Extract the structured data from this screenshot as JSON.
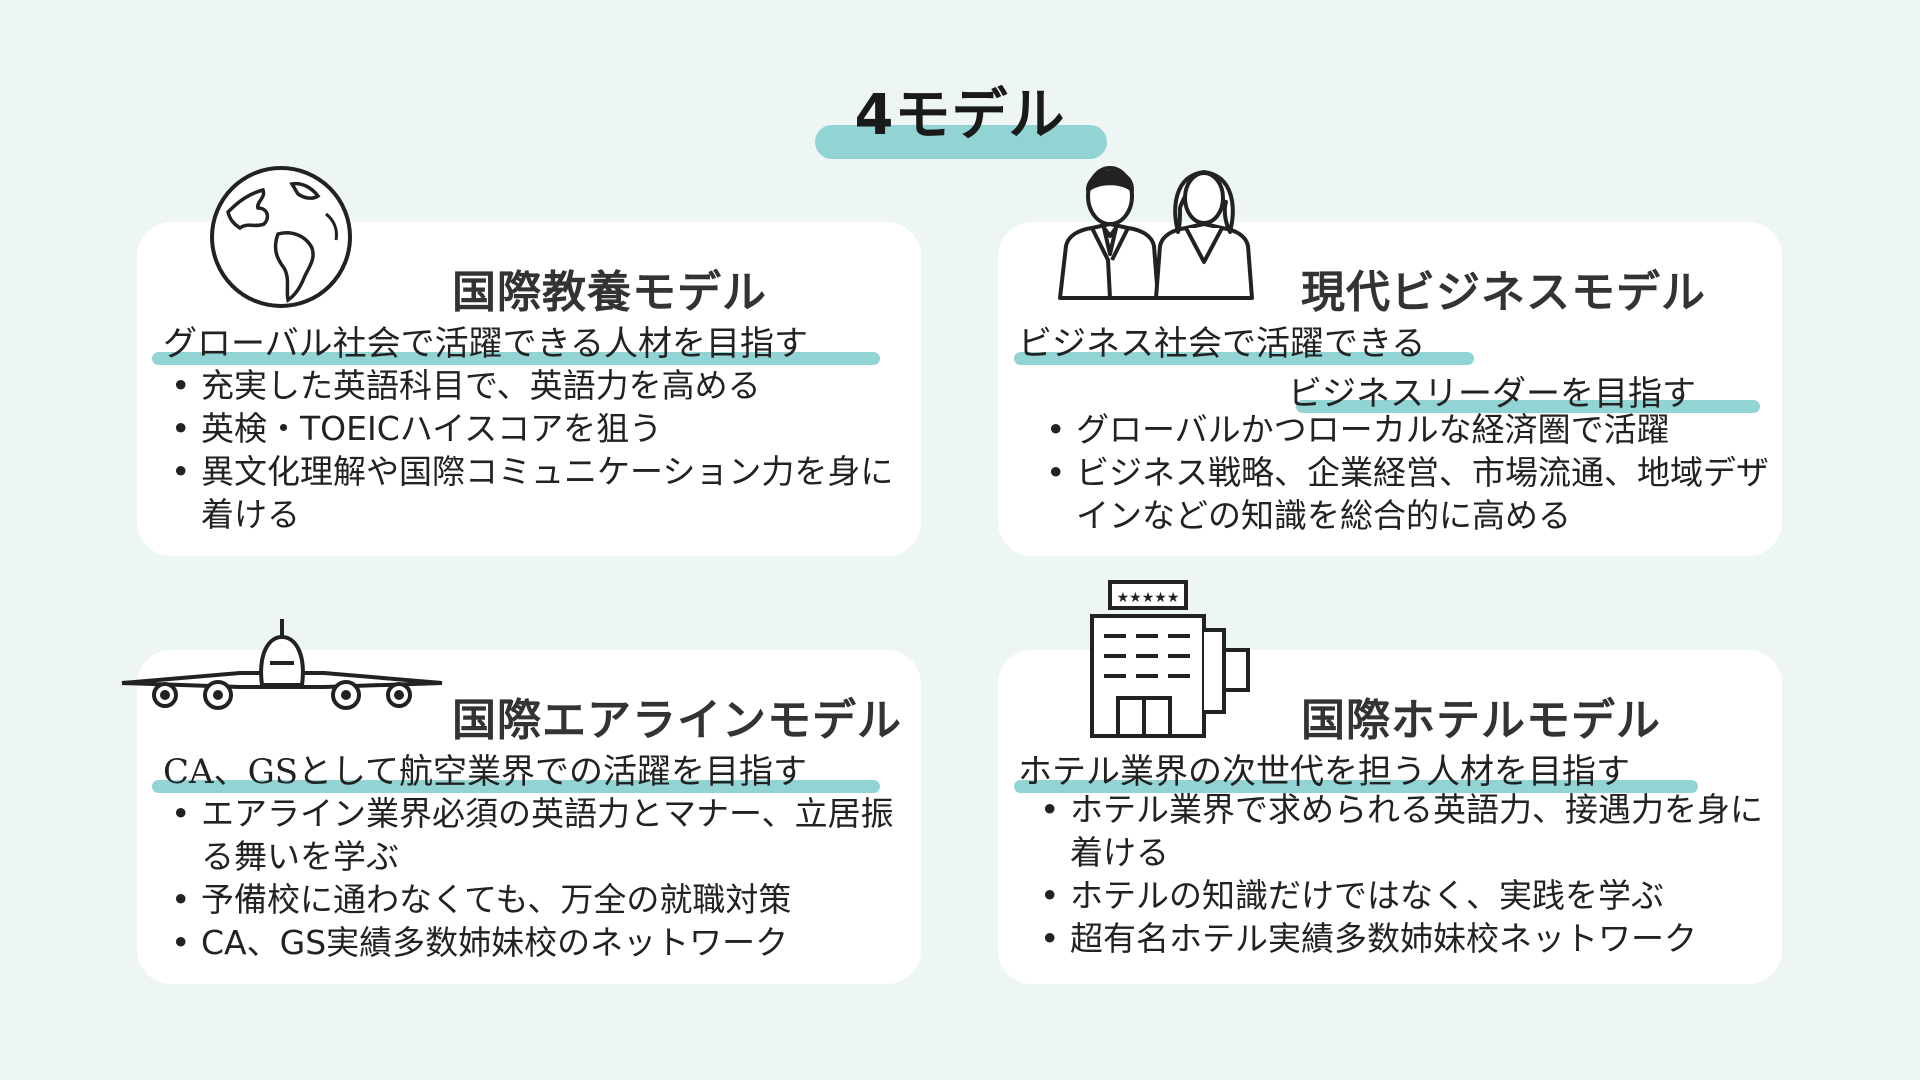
{
  "page": {
    "title": "4モデル"
  },
  "accent_color": "#92d3d4",
  "models": [
    {
      "name": "国際教養モデル",
      "icon": "globe-icon",
      "tagline": "グローバル社会で活躍できる人材を目指す",
      "bullets": [
        "充実した英語科目で、英語力を高める",
        "英検・TOEICハイスコアを狙う",
        "異文化理解や国際コミュニケーション力を身に着ける"
      ]
    },
    {
      "name": "現代ビジネスモデル",
      "icon": "business-people-icon",
      "tagline": "ビジネス社会で活躍できる",
      "tagline2": "ビジネスリーダーを目指す",
      "bullets": [
        "グローバルかつローカルな経済圏で活躍",
        "ビジネス戦略、企業経営、市場流通、地域デザインなどの知識を総合的に高める"
      ]
    },
    {
      "name": "国際エアラインモデル",
      "icon": "airplane-icon",
      "tagline": "CA、GSとして航空業界での活躍を目指す",
      "bullets": [
        "エアライン業界必須の英語力とマナー、立居振る舞いを学ぶ",
        "予備校に通わなくても、万全の就職対策",
        "CA、GS実績多数姉妹校のネットワーク"
      ]
    },
    {
      "name": "国際ホテルモデル",
      "icon": "hotel-icon",
      "tagline": "ホテル業界の次世代を担う人材を目指す",
      "bullets": [
        "ホテル業界で求められる英語力、接遇力を身に着ける",
        "ホテルの知識だけではなく、実践を学ぶ",
        "超有名ホテル実績多数姉妹校ネットワーク"
      ]
    }
  ]
}
